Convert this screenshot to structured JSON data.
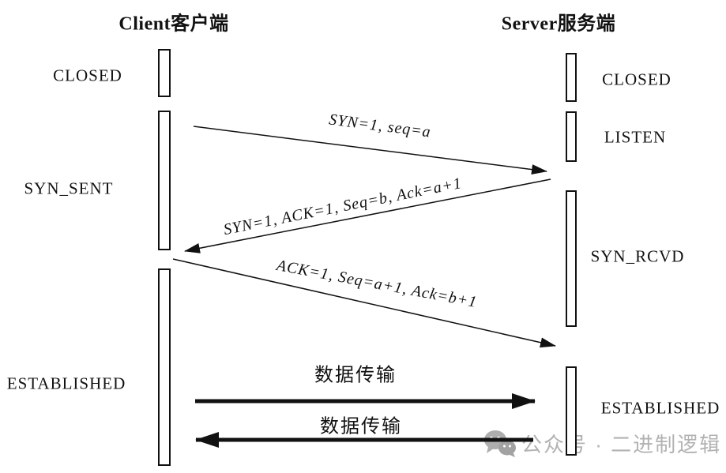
{
  "client": {
    "title": "Client客户端",
    "states": [
      {
        "label": "CLOSED"
      },
      {
        "label": "SYN_SENT"
      },
      {
        "label": "ESTABLISHED"
      }
    ]
  },
  "server": {
    "title": "Server服务端",
    "states": [
      {
        "label": "CLOSED"
      },
      {
        "label": "LISTEN"
      },
      {
        "label": "SYN_RCVD"
      },
      {
        "label": "ESTABLISHED"
      }
    ]
  },
  "messages": [
    {
      "label": "SYN=1, seq=a",
      "from": "client",
      "to": "server"
    },
    {
      "label": "SYN=1, ACK=1, Seq=b, Ack=a+1",
      "from": "server",
      "to": "client"
    },
    {
      "label": "ACK=1, Seq=a+1, Ack=b+1",
      "from": "client",
      "to": "server"
    },
    {
      "label": "数据传输",
      "from": "client",
      "to": "server"
    },
    {
      "label": "数据传输",
      "from": "server",
      "to": "client"
    }
  ],
  "watermark": {
    "text": "公众号 · 二进制逻辑"
  },
  "colors": {
    "ink": "#111111",
    "watermark_gray": "#b2b2b2",
    "background": "#ffffff"
  }
}
